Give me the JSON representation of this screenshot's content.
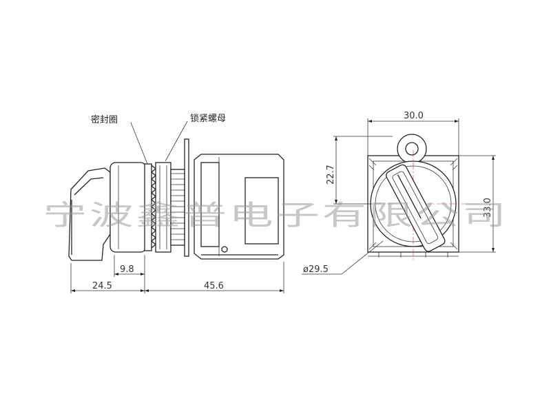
{
  "labels": {
    "seal_ring": "密封圈",
    "lock_nut": "锁紧螺母"
  },
  "dimensions": {
    "knob_length": "24.5",
    "depth": "9.8",
    "body_length": "45.6",
    "width": "30.0",
    "height_upper": "22.7",
    "height_total": "33.0",
    "diameter": "ø29.5"
  },
  "watermark": {
    "text": "宁波鑫普电子有限公司"
  },
  "colors": {
    "line": "#222222",
    "watermark": "#9a9a9a"
  }
}
